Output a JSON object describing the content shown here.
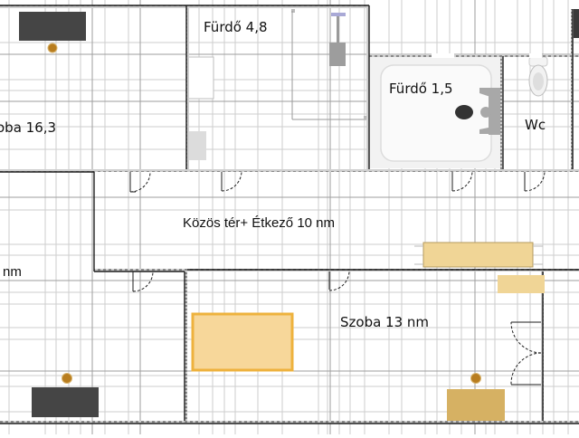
{
  "plan": {
    "colors": {
      "background": "#ffffff",
      "grid": "#c8c8c8",
      "grid_major": "#9a9a9a",
      "wall": "#2a2a2a",
      "desk_dark": "#454545",
      "chair": "#b87d1f",
      "bed_fill": "#f7d79a",
      "bed_border": "#eeb23d",
      "wood": "#f0d596",
      "wood_dark": "#d6b163",
      "fixture_gray": "#e2e2e2",
      "shower_tray": "#efefef"
    },
    "rooms": [
      {
        "id": "szoba-16",
        "label": "oba 16,3"
      },
      {
        "id": "furdo-48",
        "label": "Fürdő 4,8"
      },
      {
        "id": "furdo-15",
        "label": "Fürdő 1,5"
      },
      {
        "id": "wc",
        "label": "Wc"
      },
      {
        "id": "kozos",
        "label": "Közös tér+ Étkező 10 nm"
      },
      {
        "id": "left-room",
        "label": "nm"
      },
      {
        "id": "szoba-13",
        "label": "Szoba 13 nm"
      }
    ]
  }
}
